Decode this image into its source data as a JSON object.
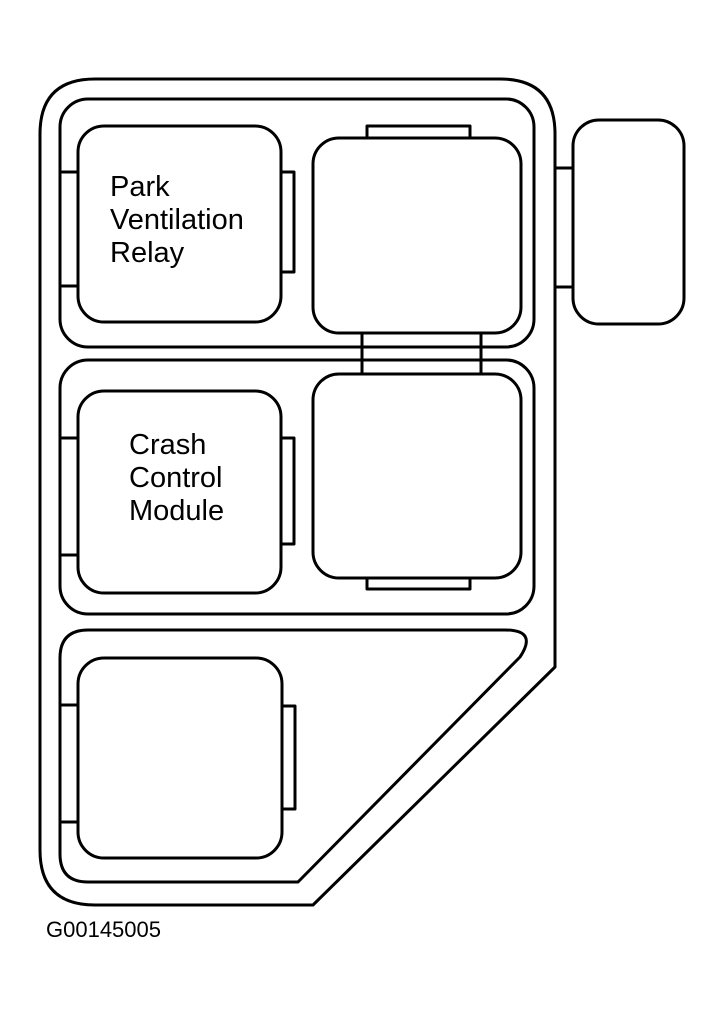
{
  "relay_box": {
    "slots": [
      {
        "label_lines": [
          "Park",
          "Ventilation",
          "Relay"
        ]
      },
      {
        "label_lines": []
      },
      {
        "label_lines": [
          "Crash",
          "Control",
          "Module"
        ]
      },
      {
        "label_lines": []
      },
      {
        "label_lines": []
      },
      {
        "label_lines": []
      }
    ]
  },
  "figure_id": "G00145005"
}
